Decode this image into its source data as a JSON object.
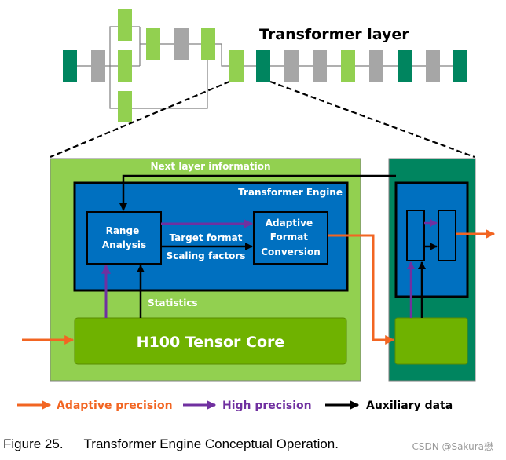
{
  "title": "Transformer layer",
  "transformer_engine_label": "Transformer Engine",
  "next_layer_info": "Next layer information",
  "range_analysis": [
    "Range",
    "Analysis"
  ],
  "adaptive_format": [
    "Adaptive",
    "Format",
    "Conversion"
  ],
  "target_format": "Target format",
  "scaling_factors": "Scaling factors",
  "statistics": "Statistics",
  "tensor_core": "H100 Tensor Core",
  "legend": {
    "adaptive": "Adaptive precision",
    "high": "High precision",
    "aux": "Auxiliary data"
  },
  "caption": {
    "number": "Figure 25.",
    "text": "Transformer Engine Conceptual Operation."
  },
  "watermark": "CSDN @Sakura懋",
  "colors": {
    "green": "#92d050",
    "teal": "#00855f",
    "gray": "#a6a6a6",
    "blue": "#0070c0",
    "dark_green": "#6fb200",
    "orange": "#f26522",
    "purple": "#7030a0"
  }
}
